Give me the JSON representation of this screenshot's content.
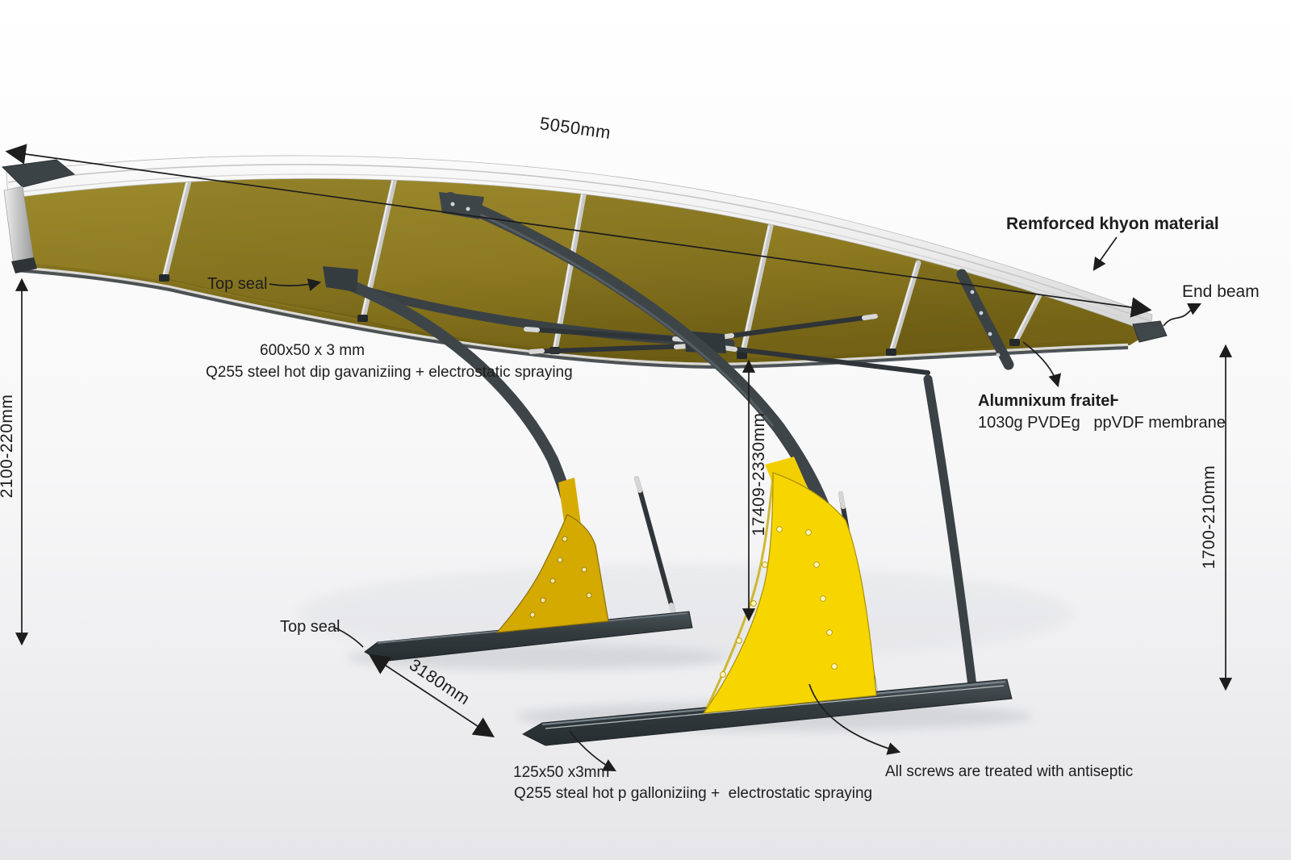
{
  "annotations": {
    "canopy_width": "5050mm",
    "material_note": "Remforced khyon material",
    "end_beam": "End beam",
    "top_seal_upper": "Top seal",
    "top_seal_lower": "Top seal",
    "column_size": "600x50 x 3 mm",
    "column_spec": "Q255 steel hot dip gavaniziing + electrostatic spraying",
    "left_height": "2100-220mm",
    "mid_height": "17409-2330mm",
    "frame_note": "Alumnixum fraiteⱵ",
    "membrane_note": "1030g PVDEg   ppVDF membrane",
    "right_height": "1700-210mm",
    "rail_spacing": "3180mm",
    "rail_size": "125x50 x3mm",
    "rail_spec": "Q255 steal hot p galloniziing +  electrostatic spraying",
    "screws_note": "All screws are treated with antiseptic"
  },
  "colors": {
    "membrane_olive": "#8f7c22",
    "frame_dark": "#3d4549",
    "edge_beam_white": "#f2f2f2",
    "rib_silver": "#c9c9c9",
    "base_bright_yellow": "#f7d600",
    "base_dark_yellow": "#d4a900",
    "annotation_ink": "#1d1d1d"
  }
}
